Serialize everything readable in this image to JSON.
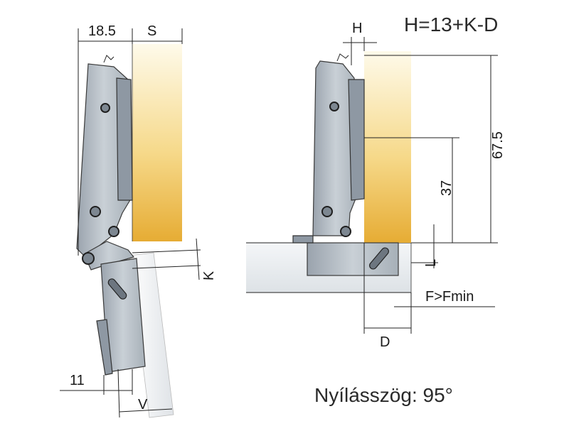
{
  "left_view": {
    "dim_18_5": "18.5",
    "dim_s": "S",
    "dim_k": "K",
    "dim_11": "11",
    "dim_v": "V"
  },
  "right_view": {
    "formula": "H=13+K-D",
    "dim_h": "H",
    "dim_67_5": "67.5",
    "dim_37": "37",
    "dim_l": "L",
    "dim_fmin": "F>Fmin",
    "dim_d": "D"
  },
  "caption": "Nyílásszög: 95°",
  "colors": {
    "metal_light": "#d4d9de",
    "metal_dark": "#8e98a3",
    "panel_top": "#fdf6df",
    "panel_bottom": "#e9b23c",
    "cabinet": "#e7eaed"
  }
}
